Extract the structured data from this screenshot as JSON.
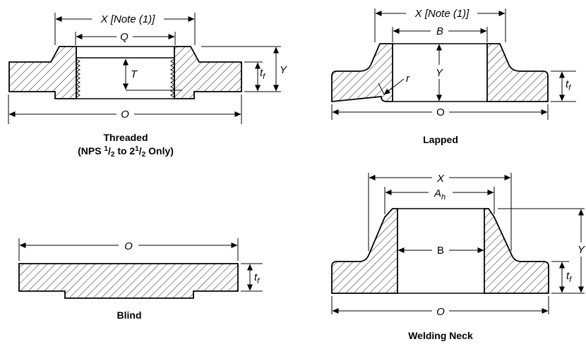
{
  "threaded": {
    "dim_x": "X [Note (1)]",
    "dim_q": "Q",
    "dim_t": "T",
    "dim_y": "Y",
    "dim_tf": "t",
    "dim_tf_sub": "f",
    "dim_o": "O",
    "caption_line1": "Threaded",
    "caption_line2_prefix": "(NPS ",
    "caption_frac1_num": "1",
    "caption_frac1_den": "2",
    "caption_mid": " to 2",
    "caption_frac2_num": "1",
    "caption_frac2_den": "2",
    "caption_suffix": " Only)"
  },
  "lapped": {
    "dim_x": "X [Note (1)]",
    "dim_b": "B",
    "dim_y": "Y",
    "dim_r": "r",
    "dim_tf": "t",
    "dim_tf_sub": "f",
    "dim_o": "O",
    "caption": "Lapped"
  },
  "blind": {
    "dim_o": "O",
    "dim_tf": "t",
    "dim_tf_sub": "f",
    "caption": "Blind"
  },
  "welding_neck": {
    "dim_x": "X",
    "dim_ah": "A",
    "dim_ah_sub": "h",
    "dim_b": "B",
    "dim_y": "Y",
    "dim_tf": "t",
    "dim_tf_sub": "f",
    "dim_o": "O",
    "caption": "Welding Neck"
  }
}
